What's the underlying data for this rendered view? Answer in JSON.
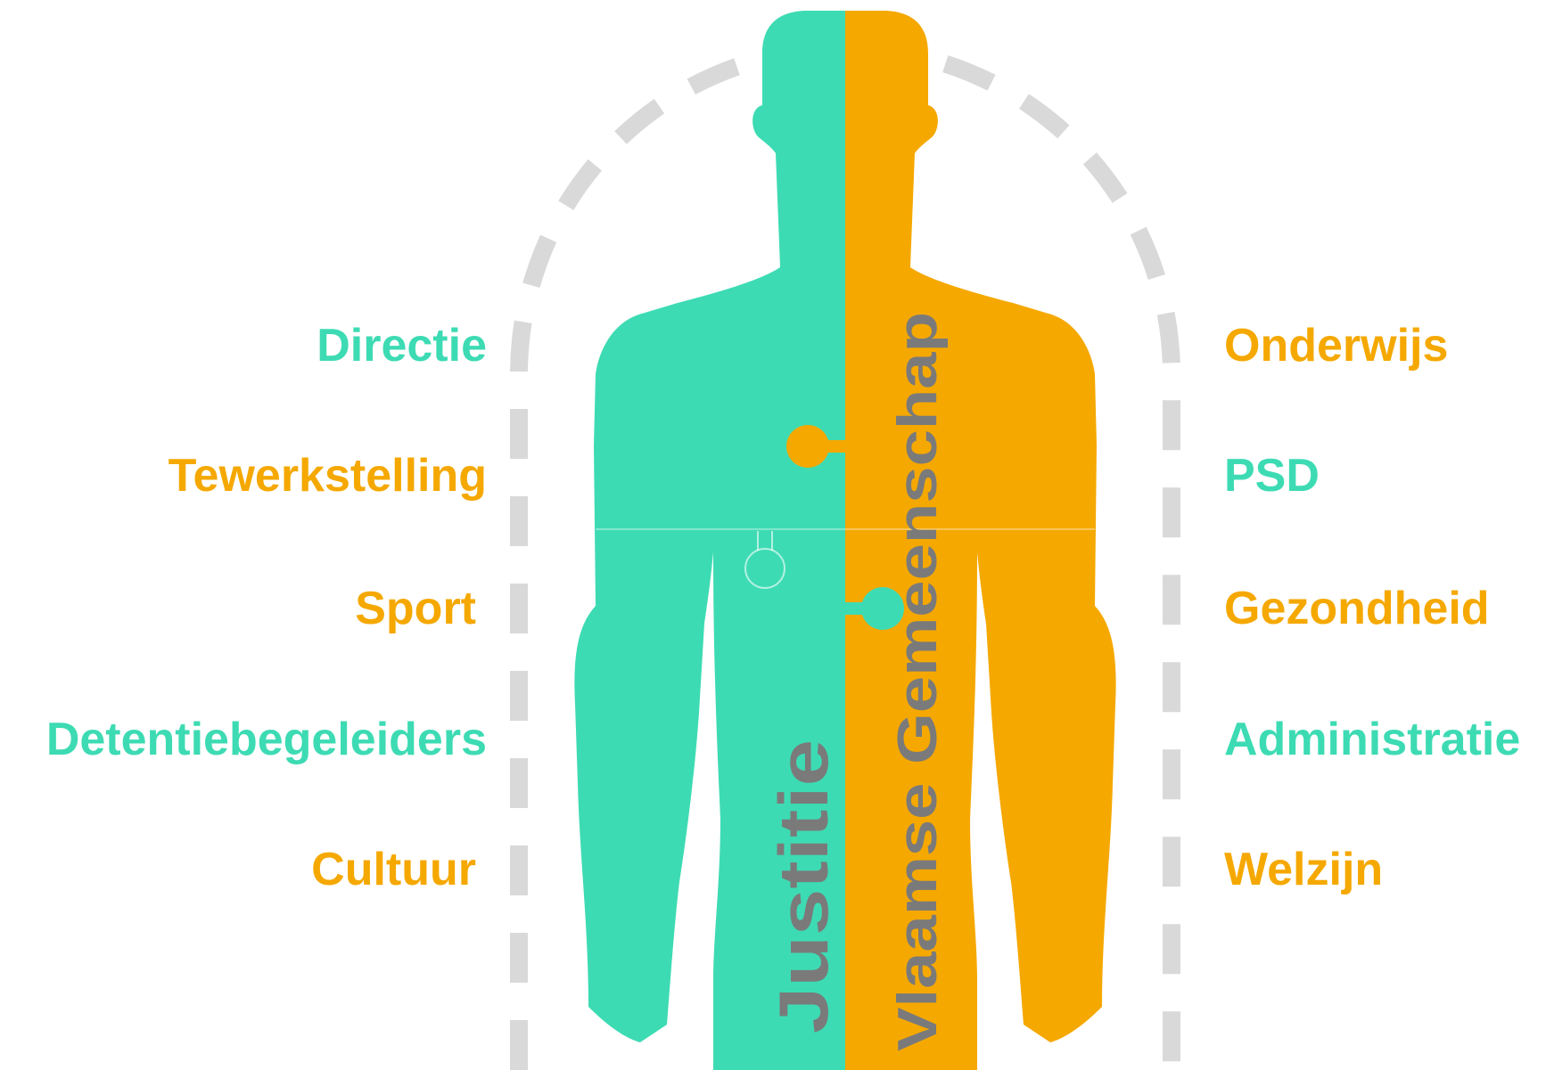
{
  "colors": {
    "justitie": "#3DDBB3",
    "vlaamse": "#F5A800",
    "dash": "#D9D9D9",
    "vertical_text": "#7A7A7A"
  },
  "vertical_labels": {
    "left": "Justitie",
    "right": "Vlaamse Gemeenschap"
  },
  "left_labels": [
    {
      "text": "Directie",
      "side": "justitie"
    },
    {
      "text": "Tewerkstelling",
      "side": "vlaamse"
    },
    {
      "text": "Sport",
      "side": "vlaamse"
    },
    {
      "text": "Detentiebegeleiders",
      "side": "justitie"
    },
    {
      "text": "Cultuur",
      "side": "vlaamse"
    }
  ],
  "right_labels": [
    {
      "text": "Onderwijs",
      "side": "vlaamse"
    },
    {
      "text": "PSD",
      "side": "justitie"
    },
    {
      "text": "Gezondheid",
      "side": "vlaamse"
    },
    {
      "text": "Administratie",
      "side": "justitie"
    },
    {
      "text": "Welzijn",
      "side": "vlaamse"
    }
  ]
}
